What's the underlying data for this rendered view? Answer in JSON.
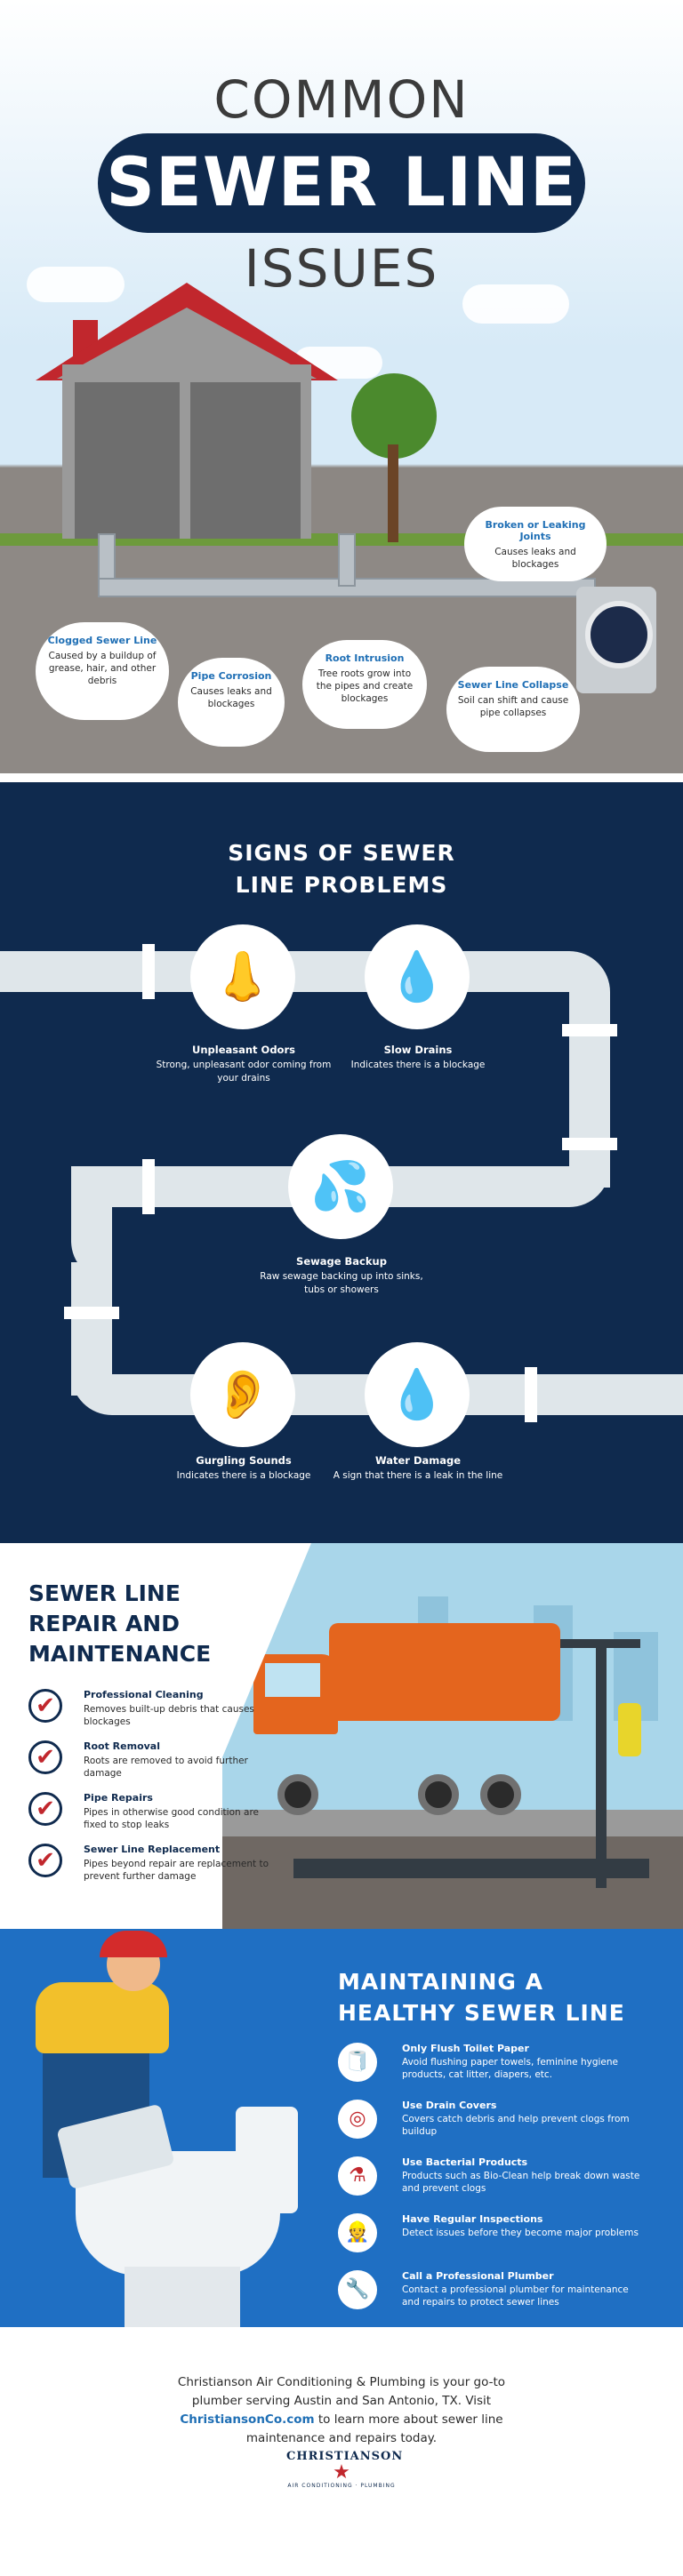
{
  "colors": {
    "navy": "#0f2a4e",
    "red": "#c1272d",
    "blue": "#1f6fc3",
    "accent_blue": "#1f6fb5"
  },
  "hero": {
    "title_top": "COMMON",
    "title_main": "SEWER LINE",
    "title_bottom": "ISSUES",
    "issues": [
      {
        "title": "Clogged Sewer Line",
        "desc": "Caused by a buildup of grease, hair, and other debris"
      },
      {
        "title": "Pipe Corrosion",
        "desc": "Causes leaks and blockages"
      },
      {
        "title": "Root Intrusion",
        "desc": "Tree roots grow into the pipes and create blockages"
      },
      {
        "title": "Broken or Leaking Joints",
        "desc": "Causes leaks and blockages"
      },
      {
        "title": "Sewer Line Collapse",
        "desc": "Soil can shift and cause pipe collapses"
      }
    ]
  },
  "signs": {
    "heading_line1": "SIGNS OF SEWER",
    "heading_line2": "LINE PROBLEMS",
    "items": [
      {
        "title": "Unpleasant Odors",
        "desc": "Strong, unpleasant odor coming from your drains",
        "icon": "nose-icon"
      },
      {
        "title": "Slow Drains",
        "desc": "Indicates there is a blockage",
        "icon": "drain-icon"
      },
      {
        "title": "Sewage Backup",
        "desc": "Raw sewage backing up into sinks, tubs or showers",
        "icon": "backup-icon"
      },
      {
        "title": "Gurgling Sounds",
        "desc": "Indicates there is a blockage",
        "icon": "ear-icon"
      },
      {
        "title": "Water Damage",
        "desc": "A sign that there is a leak in the line",
        "icon": "water-drops-icon"
      }
    ]
  },
  "repair": {
    "heading_line1": "SEWER LINE",
    "heading_line2": "REPAIR AND",
    "heading_line3": "MAINTENANCE",
    "check_glyph": "✔",
    "items": [
      {
        "title": "Professional Cleaning",
        "desc": "Removes built-up debris that causes blockages"
      },
      {
        "title": "Root Removal",
        "desc": "Roots are removed to avoid further damage"
      },
      {
        "title": "Pipe Repairs",
        "desc": "Pipes in otherwise good condition are fixed to stop leaks"
      },
      {
        "title": "Sewer Line Replacement",
        "desc": "Pipes beyond repair are replacement to prevent further damage"
      }
    ]
  },
  "maintain": {
    "heading_line1": "MAINTAINING A",
    "heading_line2": "HEALTHY SEWER LINE",
    "items": [
      {
        "title": "Only Flush Toilet Paper",
        "desc": "Avoid flushing paper towels, feminine hygiene products, cat litter, diapers, etc.",
        "icon": "toilet-paper-icon"
      },
      {
        "title": "Use Drain Covers",
        "desc": "Covers catch debris and help prevent clogs from buildup",
        "icon": "drain-cover-icon"
      },
      {
        "title": "Use Bacterial Products",
        "desc": "Products such as Bio-Clean help break down waste and prevent clogs",
        "icon": "bacteria-icon"
      },
      {
        "title": "Have Regular Inspections",
        "desc": "Detect issues before they become major problems",
        "icon": "inspector-icon"
      },
      {
        "title": "Call a Professional Plumber",
        "desc": "Contact a professional plumber for maintenance and repairs to protect sewer lines",
        "icon": "wrench-icon"
      }
    ]
  },
  "footer": {
    "text_before": "Christianson Air Conditioning & Plumbing is your go-to plumber serving Austin and San Antonio, TX. Visit ",
    "link": "ChristiansonCo.com",
    "text_after": " to learn more about sewer line maintenance and repairs today.",
    "logo_brand": "CHRISTIANSON",
    "logo_sub": "AIR CONDITIONING · PLUMBING"
  }
}
